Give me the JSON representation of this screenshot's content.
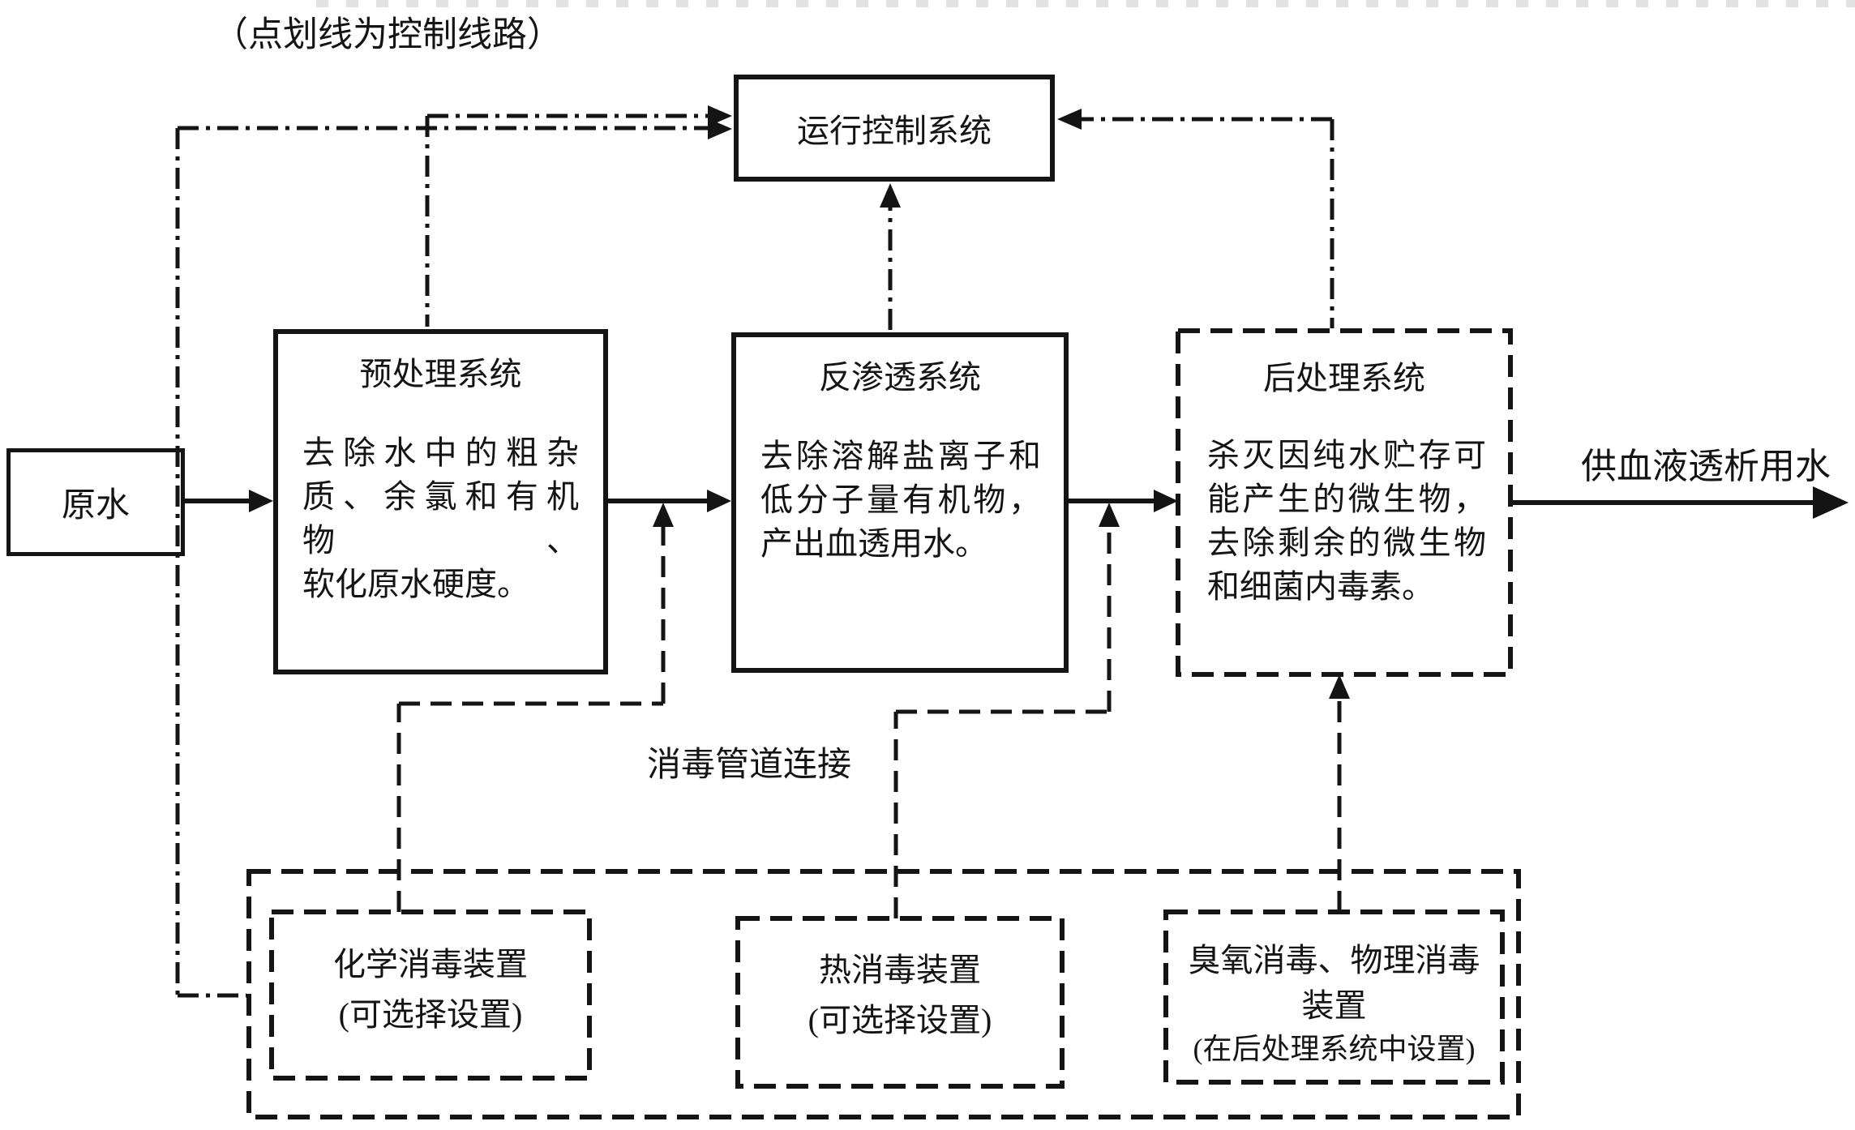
{
  "note_top": "（点划线为控制线路）",
  "control": {
    "title": "运行控制系统"
  },
  "raw_water": {
    "label": "原水"
  },
  "output": {
    "label": "供血液透析用水"
  },
  "pipe_label": "消毒管道连接",
  "pretreatment": {
    "title": "预处理系统",
    "body": [
      "去除水中的粗杂",
      "质、余氯和有机物、",
      "软化原水硬度。"
    ]
  },
  "reverse_osmosis": {
    "title": "反渗透系统",
    "body": [
      "去除溶解盐离子和",
      "低分子量有机物，",
      "产出血透用水。"
    ]
  },
  "post_treatment": {
    "title": "后处理系统",
    "body": [
      "杀灭因纯水贮存可",
      "能产生的微生物，",
      "去除剩余的微生物",
      "和细菌内毒素。"
    ]
  },
  "chemical": {
    "line1": "化学消毒装置",
    "line2": "(可选择设置)"
  },
  "heat": {
    "line1": "热消毒装置",
    "line2": "(可选择设置)"
  },
  "ozone": {
    "line1": "臭氧消毒、物理消毒",
    "line2": "装置",
    "line3": "(在后处理系统中设置)"
  },
  "colors": {
    "ink": "#141414",
    "background": "#ffffff"
  }
}
